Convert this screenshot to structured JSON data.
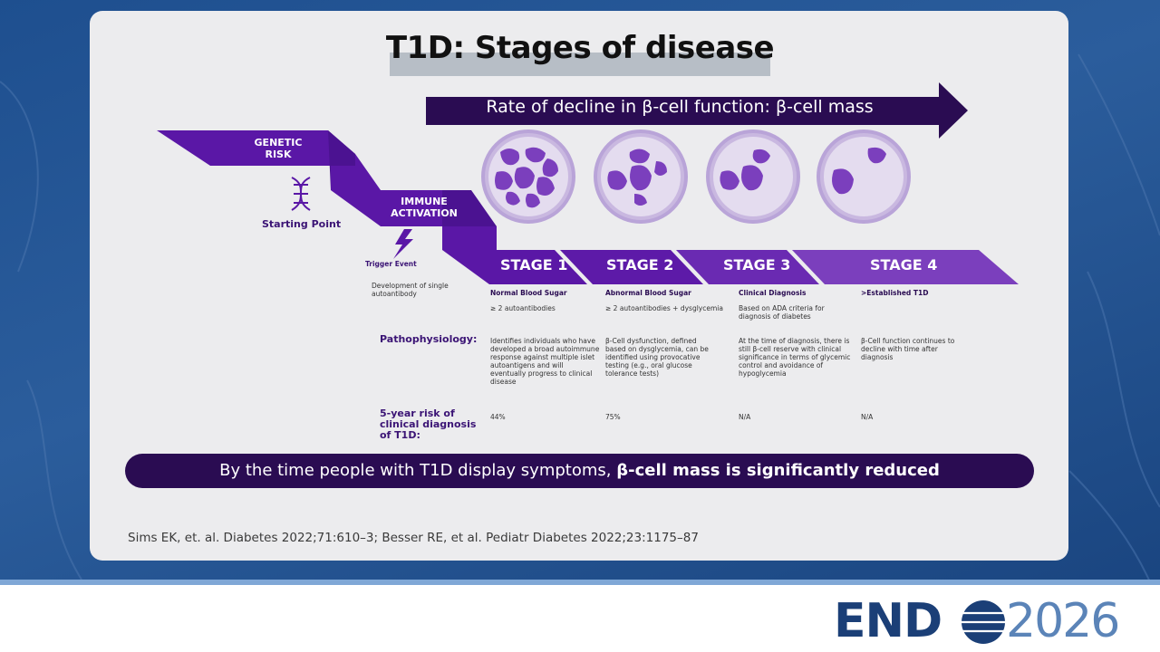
{
  "slide": {
    "title": "T1D: Stages of disease",
    "arrow_label": "Rate of decline in β-cell function: β-cell mass",
    "genetic_risk": "GENETIC RISK",
    "starting_point": "Starting Point",
    "immune_activation": "IMMUNE ACTIVATION",
    "trigger_event": "Trigger Event",
    "development": "Development of single autoantibody",
    "pathophysiology_label": "Pathophysiology:",
    "risk_label": "5-year risk of clinical diagnosis of T1D:",
    "stages": [
      {
        "label": "STAGE 1",
        "subtitle": "Normal Blood Sugar",
        "criteria": "≥ 2 autoantibodies",
        "pathophysiology": "Identifies individuals who have developed a broad autoimmune response against multiple islet autoantigens and will eventually progress to clinical disease",
        "risk": "44%",
        "color": "#5a17a6"
      },
      {
        "label": "STAGE 2",
        "subtitle": "Abnormal Blood Sugar",
        "criteria": "≥ 2 autoantibodies + dysglycemia",
        "pathophysiology": "β-Cell dysfunction, defined based on dysglycemia, can be identified using provocative testing (e.g., oral glucose tolerance tests)",
        "risk": "75%",
        "color": "#5d1aa8"
      },
      {
        "label": "STAGE 3",
        "subtitle": "Clinical Diagnosis",
        "criteria": "Based on ADA criteria for diagnosis of diabetes",
        "pathophysiology": "At the time of diagnosis, there is still β-cell reserve with clinical significance in terms of glycemic control and avoidance of hypoglycemia",
        "risk": "N/A",
        "color": "#6a2ab2"
      },
      {
        "label": "STAGE 4",
        "subtitle": ">Established T1D",
        "criteria": "",
        "pathophysiology": "β-Cell function continues to decline with time after diagnosis",
        "risk": "N/A",
        "color": "#7b3fbd"
      }
    ],
    "banner_prefix": "By the time people with T1D display symptoms, ",
    "banner_bold": "β-cell mass is significantly reduced",
    "citation": "Sims EK, et. al. Diabetes 2022;71:610–3; Besser RE, et al. Pediatr Diabetes 2022;23:1175–87"
  },
  "footer": {
    "logo_word": "END",
    "logo_year": "2026"
  },
  "colors": {
    "dark_purple": "#2a0c52",
    "purple": "#5a17a6",
    "text_purple": "#3b1475",
    "card_bg": "#ececee"
  },
  "icons": [
    "dna-icon",
    "lightning-icon",
    "islet-cells-icon",
    "globe-icon"
  ]
}
